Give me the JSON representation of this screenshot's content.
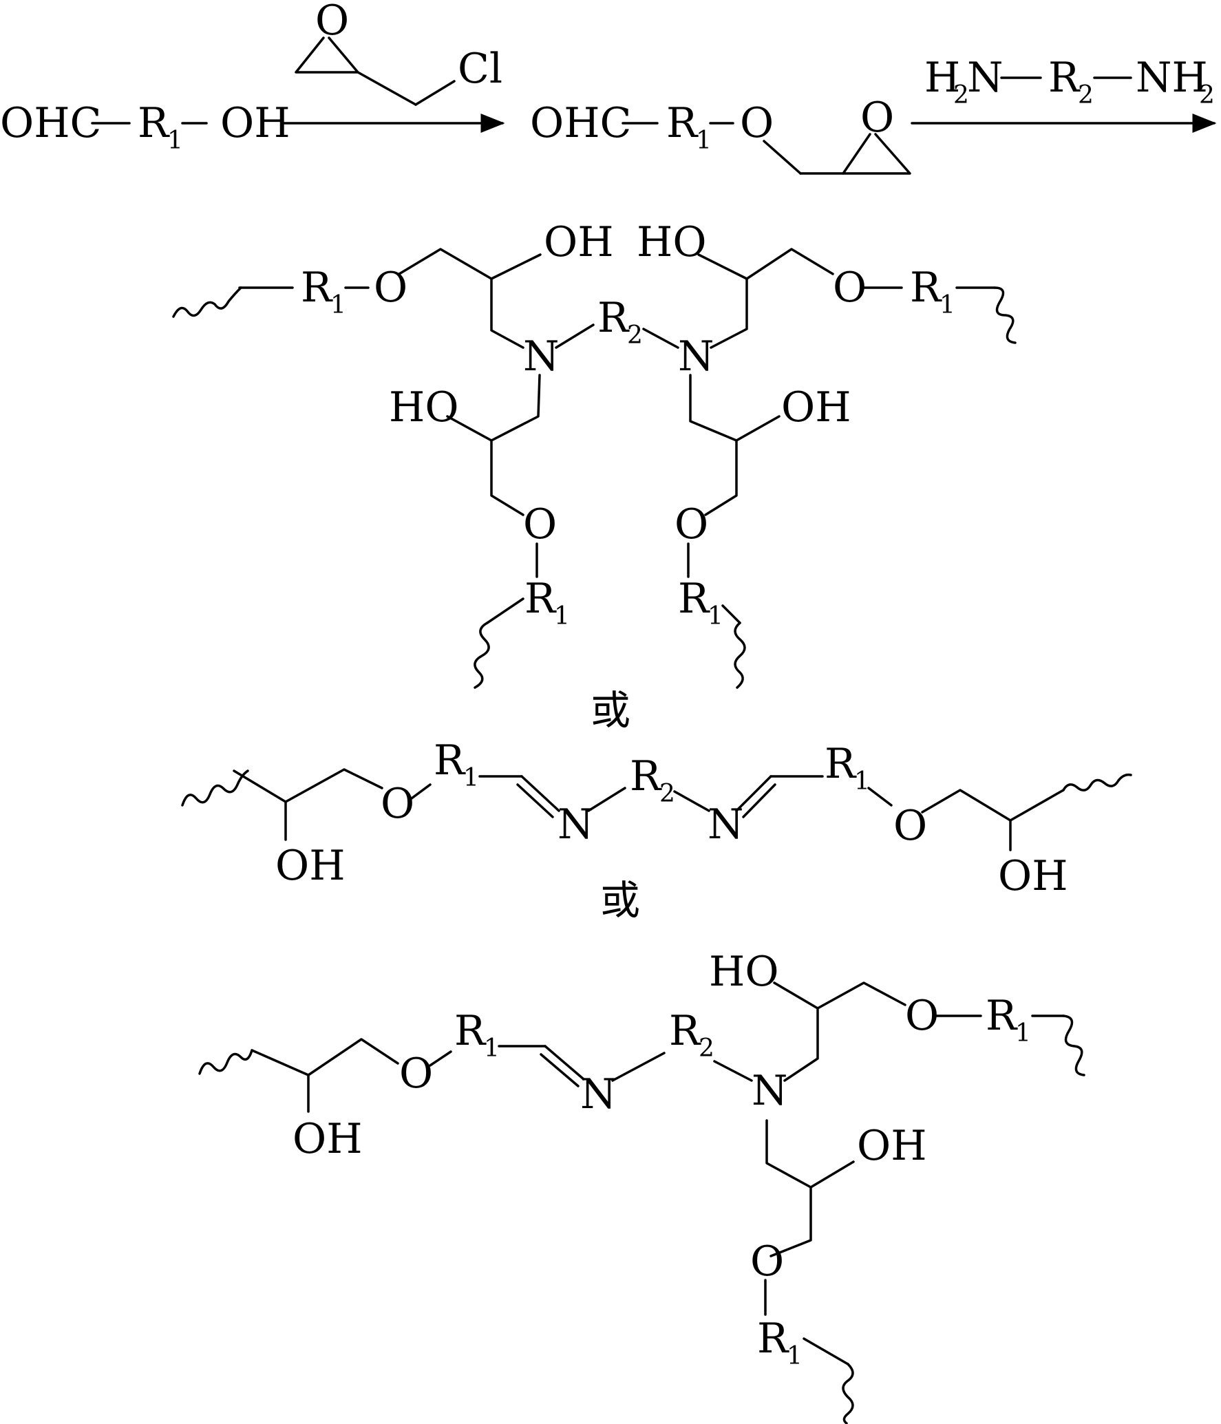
{
  "labels": {
    "ohc": "OHC",
    "oh": "OH",
    "ho": "HO",
    "o": "O",
    "n": "N",
    "r": "R",
    "nh": "NH",
    "cl": "Cl",
    "h": "H",
    "sub1": "1",
    "sub2": "2",
    "alt": "或"
  }
}
